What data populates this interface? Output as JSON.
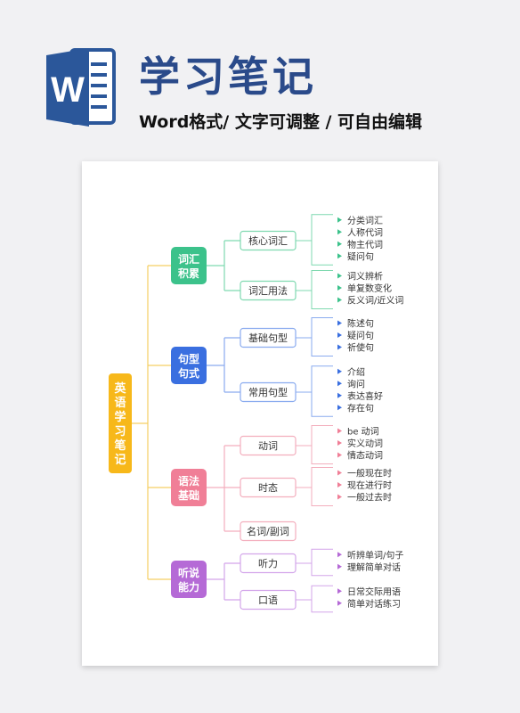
{
  "header": {
    "title": "学习笔记",
    "subtitle": "Word格式/ 文字可调整 / 可自由编辑",
    "logo_letter": "W",
    "logo_color": "#2b579a"
  },
  "mindmap": {
    "root": {
      "lines": [
        "英",
        "语",
        "学",
        "习",
        "笔",
        "记"
      ],
      "color": "#f7b81a"
    },
    "branches": [
      {
        "label_lines": [
          "词汇",
          "积累"
        ],
        "color": "#3cc28b",
        "line_color": "#7fd9b0",
        "children": [
          {
            "label": "核心词汇",
            "leaves": [
              "分类词汇",
              "人称代词",
              "物主代词",
              "疑问句"
            ]
          },
          {
            "label": "词汇用法",
            "leaves": [
              "词义辨析",
              "单复数变化",
              "反义词/近义词"
            ]
          }
        ]
      },
      {
        "label_lines": [
          "句型",
          "句式"
        ],
        "color": "#3a6fe0",
        "line_color": "#8aabef",
        "children": [
          {
            "label": "基础句型",
            "leaves": [
              "陈述句",
              "疑问句",
              "祈使句"
            ]
          },
          {
            "label": "常用句型",
            "leaves": [
              "介绍",
              "询问",
              "表达喜好",
              "存在句"
            ]
          }
        ]
      },
      {
        "label_lines": [
          "语法",
          "基础"
        ],
        "color": "#f07f97",
        "line_color": "#f3aebd",
        "children": [
          {
            "label": "动词",
            "leaves": [
              "be 动词",
              "实义动词",
              "情态动词"
            ]
          },
          {
            "label": "时态",
            "leaves": [
              "一般现在时",
              "现在进行时",
              "一般过去时"
            ]
          },
          {
            "label": "名词/副词",
            "leaves": []
          }
        ]
      },
      {
        "label_lines": [
          "听说",
          "能力"
        ],
        "color": "#b56ad6",
        "line_color": "#d3a5ea",
        "children": [
          {
            "label": "听力",
            "leaves": [
              "听辨单词/句子",
              "理解简单对话"
            ]
          },
          {
            "label": "口语",
            "leaves": [
              "日常交际用语",
              "简单对话练习"
            ]
          }
        ]
      }
    ]
  }
}
